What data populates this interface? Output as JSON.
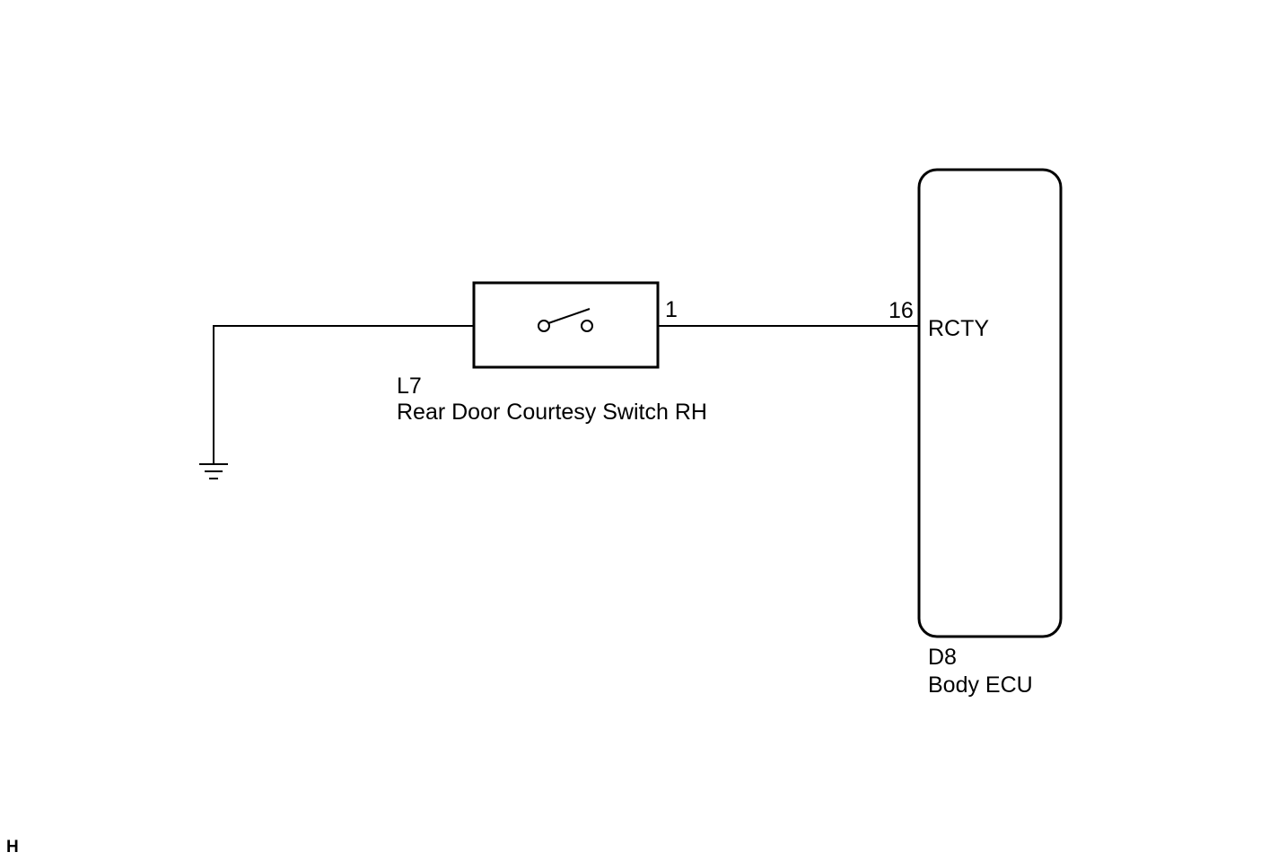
{
  "diagram": {
    "switch": {
      "code": "L7",
      "name": "Rear Door Courtesy Switch RH",
      "pin": "1"
    },
    "ecu": {
      "code": "D8",
      "name": "Body ECU",
      "pin": "16",
      "terminal": "RCTY"
    },
    "corner_mark": "H"
  }
}
